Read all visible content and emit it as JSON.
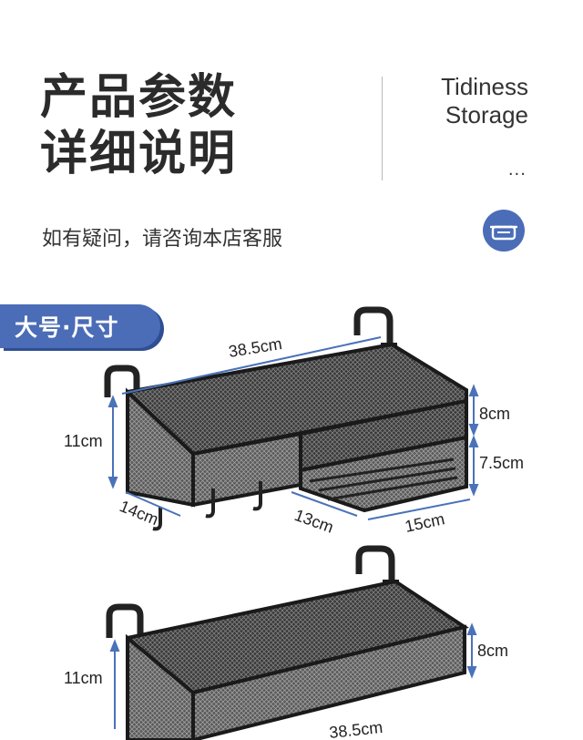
{
  "header": {
    "title_line1": "产品参数",
    "title_line2": "详细说明",
    "brand_line1": "Tidiness",
    "brand_line2": "Storage",
    "ellipsis": "...",
    "subtitle": "如有疑问，请咨询本店客服"
  },
  "section": {
    "badge_label": "大号·尺寸"
  },
  "dimensions_large": {
    "length": "38.5cm",
    "height": "11cm",
    "upper_height": "8cm",
    "lower_height": "7.5cm",
    "side_depth": "14cm",
    "tray_depth": "13cm",
    "tray_width": "15cm"
  },
  "dimensions_standard": {
    "height": "11cm",
    "upper_height": "8cm",
    "length": "38.5cm"
  },
  "colors": {
    "accent": "#4b6cb7",
    "accent_shadow": "#2f4f93",
    "dimension_line": "#4a72b8",
    "basket": "#2a2a2a"
  }
}
